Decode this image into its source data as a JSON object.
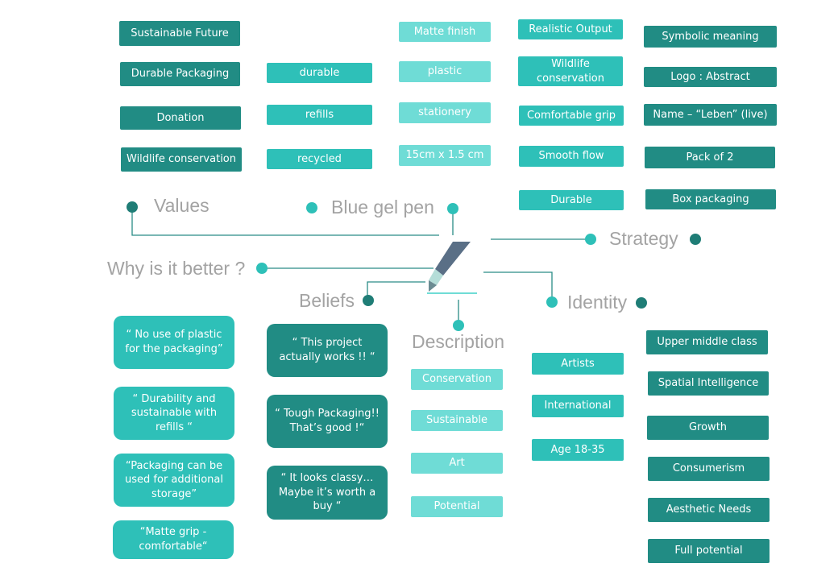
{
  "center": {
    "icon": "pen-icon"
  },
  "hubs": {
    "values": "Values",
    "product": "Blue gel pen",
    "strategy": "Strategy",
    "why": "Why is it better ?",
    "beliefs": "Beliefs",
    "identity": "Identity",
    "description": "Description"
  },
  "values_items": [
    "Sustainable Future",
    "Durable Packaging",
    "Donation",
    "Wildlife conservation"
  ],
  "product_col1": [
    "durable",
    "refills",
    "recycled"
  ],
  "product_col2": [
    "Matte finish",
    "plastic",
    "stationery",
    "15cm x 1.5 cm"
  ],
  "strategy_col1": [
    "Realistic Output",
    "Wildlife conservation",
    "Comfortable grip",
    "Smooth flow",
    "Durable"
  ],
  "strategy_col2": [
    "Symbolic meaning",
    "Logo : Abstract",
    "Name – “Leben” (live)",
    "Pack of 2",
    "Box packaging"
  ],
  "why_items": [
    "“ No use of plastic for the packaging”",
    "“ Durability and sustainable with refills “",
    "“Packaging can be used for additional storage”",
    "“Matte grip - comfortable“"
  ],
  "beliefs_items": [
    "“ This project actually works !! “",
    "“ Tough Packaging!! That’s good !“",
    "“ It looks classy… Maybe it’s worth a buy “"
  ],
  "description_items": [
    "Conservation",
    "Sustainable",
    "Art",
    "Potential"
  ],
  "identity_col1": [
    "Artists",
    "International",
    "Age 18-35"
  ],
  "identity_col2": [
    "Upper middle class",
    "Spatial Intelligence",
    "Growth",
    "Consumerism",
    "Aesthetic Needs",
    "Full potential"
  ],
  "colors": {
    "dark": "#218c84",
    "mid": "#2ec0b8",
    "light": "#6fdcd6",
    "hub_text": "#a3a3a3",
    "dot_dark": "#1f7d76"
  }
}
